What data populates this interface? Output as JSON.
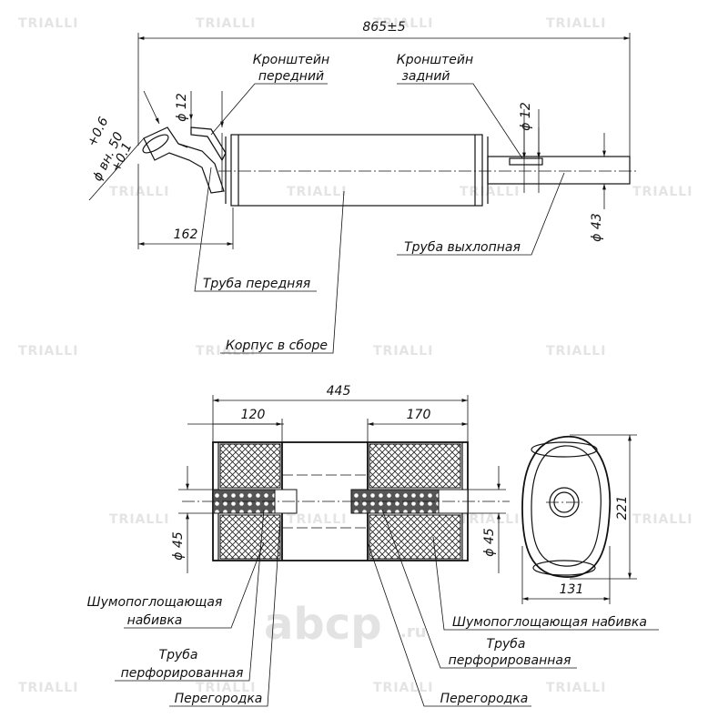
{
  "top_view": {
    "overall_length": "865±5",
    "front_pipe_offset": "162",
    "bracket_diameter_front": "ϕ 12",
    "bracket_diameter_rear": "ϕ 12",
    "inlet_diameter": "ϕ вн. 50",
    "inlet_tolerance_upper": "+0.6",
    "inlet_tolerance_lower": "+0.1",
    "exhaust_diameter": "ϕ 43",
    "labels": {
      "front_bracket_line1": "Кронштейн",
      "front_bracket_line2": "передний",
      "rear_bracket_line1": "Кронштейн",
      "rear_bracket_line2": "задний",
      "exhaust_pipe": "Труба выхлопная",
      "front_pipe": "Труба передняя",
      "body_assembly": "Корпус в сборе"
    }
  },
  "section_view": {
    "body_length": "445",
    "left_chamber": "120",
    "right_chamber": "170",
    "left_pipe_diameter": "ϕ 45",
    "right_pipe_diameter": "ϕ 45",
    "labels": {
      "absorber_left_line1": "Шумопоглощающая",
      "absorber_left_line2": "набивка",
      "perf_left_line1": "Труба",
      "perf_left_line2": "перфорированная",
      "baffle_left": "Перегородка",
      "absorber_right": "Шумопоглощающая набивка",
      "perf_right_line1": "Труба",
      "perf_right_line2": "перфорированная",
      "baffle_right": "Перегородка"
    }
  },
  "end_view": {
    "height": "221",
    "width": "131"
  },
  "watermark": {
    "brand": "TRIALLI",
    "logo_main": "abcp",
    "logo_tld": ".ru"
  }
}
